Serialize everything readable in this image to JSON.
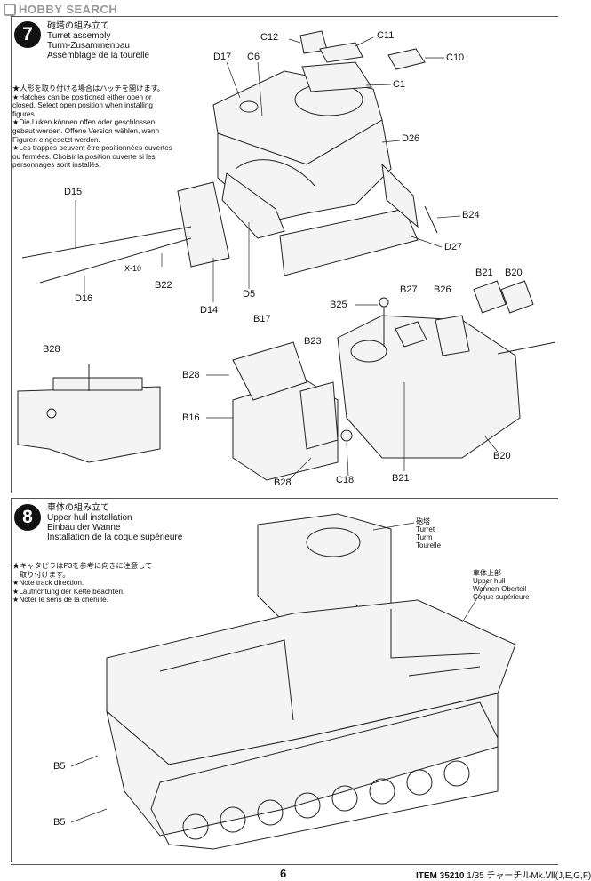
{
  "watermark": {
    "text": "HOBBY SEARCH"
  },
  "step7": {
    "number": "7",
    "title_jp": "砲塔の組み立て",
    "title_en": "Turret assembly",
    "title_de": "Turm-Zusammenbau",
    "title_fr": "Assemblage de la tourelle",
    "note_jp": "★人形を取り付ける場合はハッチを開けます。",
    "note_en": [
      "★Hatches can be positioned either open or",
      "closed. Select open position when installing",
      "figures."
    ],
    "note_de": [
      "★Die Luken können offen oder geschlossen",
      "gebaut werden. Offene Version wählen, wenn",
      "Figuren eingesetzt werden."
    ],
    "note_fr": [
      "★Les trappes peuvent être positionnées ouvertes",
      "ou fermées. Choisir la position ouverte si les",
      "personnages sont installés."
    ],
    "parts": {
      "c12": "C12",
      "c11": "C11",
      "c10": "C10",
      "c1": "C1",
      "d17": "D17",
      "c6": "C6",
      "d26": "D26",
      "b24": "B24",
      "d27": "D27",
      "d15": "D15",
      "x10": "X-10",
      "b22": "B22",
      "d16": "D16",
      "d14": "D14",
      "d5": "D5",
      "b21a": "B21",
      "b20a": "B20",
      "b25": "B25",
      "b27": "B27",
      "b26": "B26",
      "b28a": "B28",
      "b17": "B17",
      "b23": "B23",
      "b28b": "B28",
      "b16": "B16",
      "b28c": "B28",
      "c18": "C18",
      "b21b": "B21",
      "b20b": "B20"
    }
  },
  "step8": {
    "number": "8",
    "title_jp": "車体の組み立て",
    "title_en": "Upper hull installation",
    "title_de": "Einbau der Wanne",
    "title_fr": "Installation de la coque supérieure",
    "note_jp": "★キャタピラはP3を参考に向きに注意して",
    "note_jp2": "取り付けます。",
    "note_en": "★Note track direction.",
    "note_de": "★Laufrichtung der Kette beachten.",
    "note_fr": "★Noter le sens de la chenille.",
    "turret_label": {
      "jp": "砲塔",
      "en": "Turret",
      "de": "Turm",
      "fr": "Tourelle"
    },
    "hull_label": {
      "jp": "車体上部",
      "en": "Upper hull",
      "de": "Wannen-Oberteil",
      "fr": "Coque supérieure"
    },
    "parts": {
      "b5a": "B5",
      "b5b": "B5"
    }
  },
  "footer": {
    "item": "ITEM 35210",
    "scale_name": "1/35 チャーチルMk.Ⅶ(J,E,G,F)",
    "page_number": "6"
  }
}
